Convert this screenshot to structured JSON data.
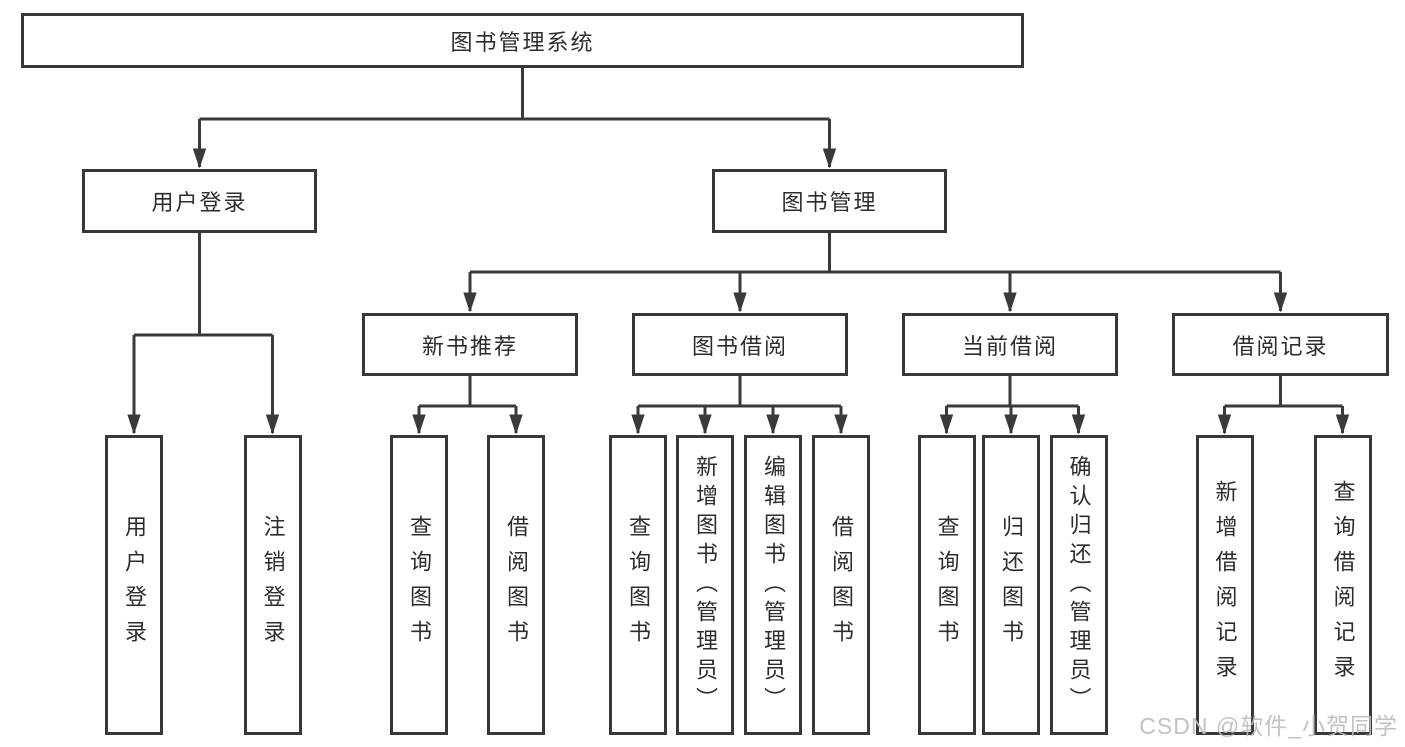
{
  "diagram": {
    "root_label": "图书管理系统",
    "level2": [
      "用户登录",
      "图书管理"
    ],
    "level3": [
      "新书推荐",
      "图书借阅",
      "当前借阅",
      "借阅记录"
    ],
    "leaves_user_login": [
      "用户登录",
      "注销登录"
    ],
    "leaves_new_book": [
      "查询图书",
      "借阅图书"
    ],
    "leaves_book_borrow": [
      "查询图书",
      "新增图书（管理员）",
      "编辑图书（管理员）",
      "借阅图书"
    ],
    "leaves_current_borrow": [
      "查询图书",
      "归还图书",
      "确认归还（管理员）"
    ],
    "leaves_borrow_record": [
      "新增借阅记录",
      "查询借阅记录"
    ]
  },
  "colors": {
    "line": "#3a3a3a",
    "border": "#383838",
    "text": "#2d2d2d",
    "background": "#ffffff",
    "watermark": "#bdbdbd"
  },
  "watermark": {
    "text": "CSDN @软件_小贺同学"
  }
}
